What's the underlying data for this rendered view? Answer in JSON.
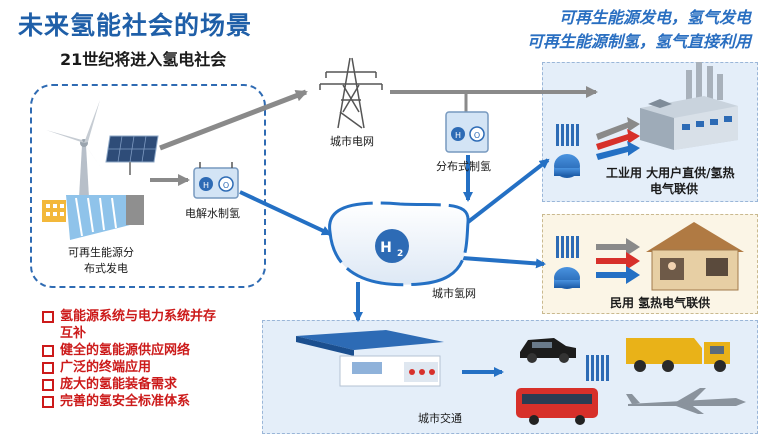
{
  "title": "未来氢能社会的场景",
  "subtitle": "21世纪将进入氢电社会",
  "slogans": [
    "可再生能源发电，氢气发电",
    "可再生能源制氢，氢气直接利用"
  ],
  "labels": {
    "renewable": [
      "可再生能源分",
      "布式发电"
    ],
    "electrolysis": "电解水制氢",
    "grid": "城市电网",
    "distributed": "分布式制氢",
    "industry": [
      "工业用 大用户直供/氢热",
      "电气联供"
    ],
    "h2": "H",
    "h2_sub": "2",
    "h2net": "城市氢网",
    "residential": "民用  氢热电气联供",
    "transport": "城市交通"
  },
  "bullets": [
    "氢能源系统与电力系统并存",
    "互补",
    "健全的氢能源供应网络",
    "广泛的终端应用",
    "庞大的氢能装备需求",
    "完善的氢安全标准体系"
  ]
}
